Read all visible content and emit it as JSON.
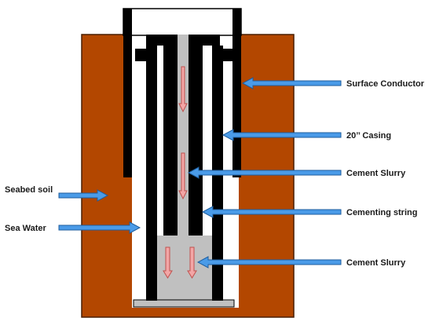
{
  "diagram": {
    "labels": {
      "surface_conductor": "Surface Conductor",
      "casing_20": "20’’ Casing",
      "cement_slurry_upper": "Cement Slurry",
      "cementing_string": "Cementing string",
      "cement_slurry_lower": "Cement Slurry",
      "seabed_soil": "Seabed soil",
      "sea_water": "Sea Water"
    },
    "colors": {
      "soil": "#b34700",
      "soil_outline": "#4a1f00",
      "pipe": "#000000",
      "cement": "#c0c0c0",
      "arrow": "#4a9be8",
      "arrow_outline": "#1f5e9e",
      "flow_arrow": "#f2a6a6",
      "flow_arrow_outline": "#c0504d"
    }
  }
}
